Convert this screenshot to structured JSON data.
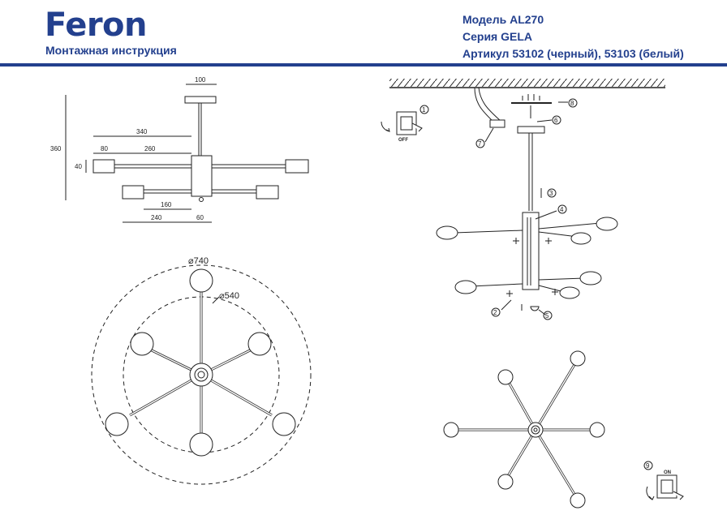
{
  "brand": {
    "logo": "Feron",
    "subtitle": "Монтажная инструкция",
    "color": "#23408e"
  },
  "product": {
    "model": "Модель AL270",
    "series": "Серия GELA",
    "article": "Артикул 53102 (черный), 53103 (белый)"
  },
  "dimensions": {
    "top_width": "100",
    "height": "360",
    "arm_total": "340",
    "arm_a": "80",
    "arm_b": "260",
    "shade_h": "40",
    "lower_a": "160",
    "lower_total": "240",
    "lower_b": "60",
    "outer_diameter": "⌀740",
    "inner_diameter": "⌀540"
  },
  "steps": {
    "s1": "1",
    "s2": "2",
    "s3": "3",
    "s4": "4",
    "s5": "5",
    "s6": "6",
    "s7": "7",
    "s8": "8",
    "s9": "9",
    "off_label": "OFF",
    "on_label": "ON"
  }
}
